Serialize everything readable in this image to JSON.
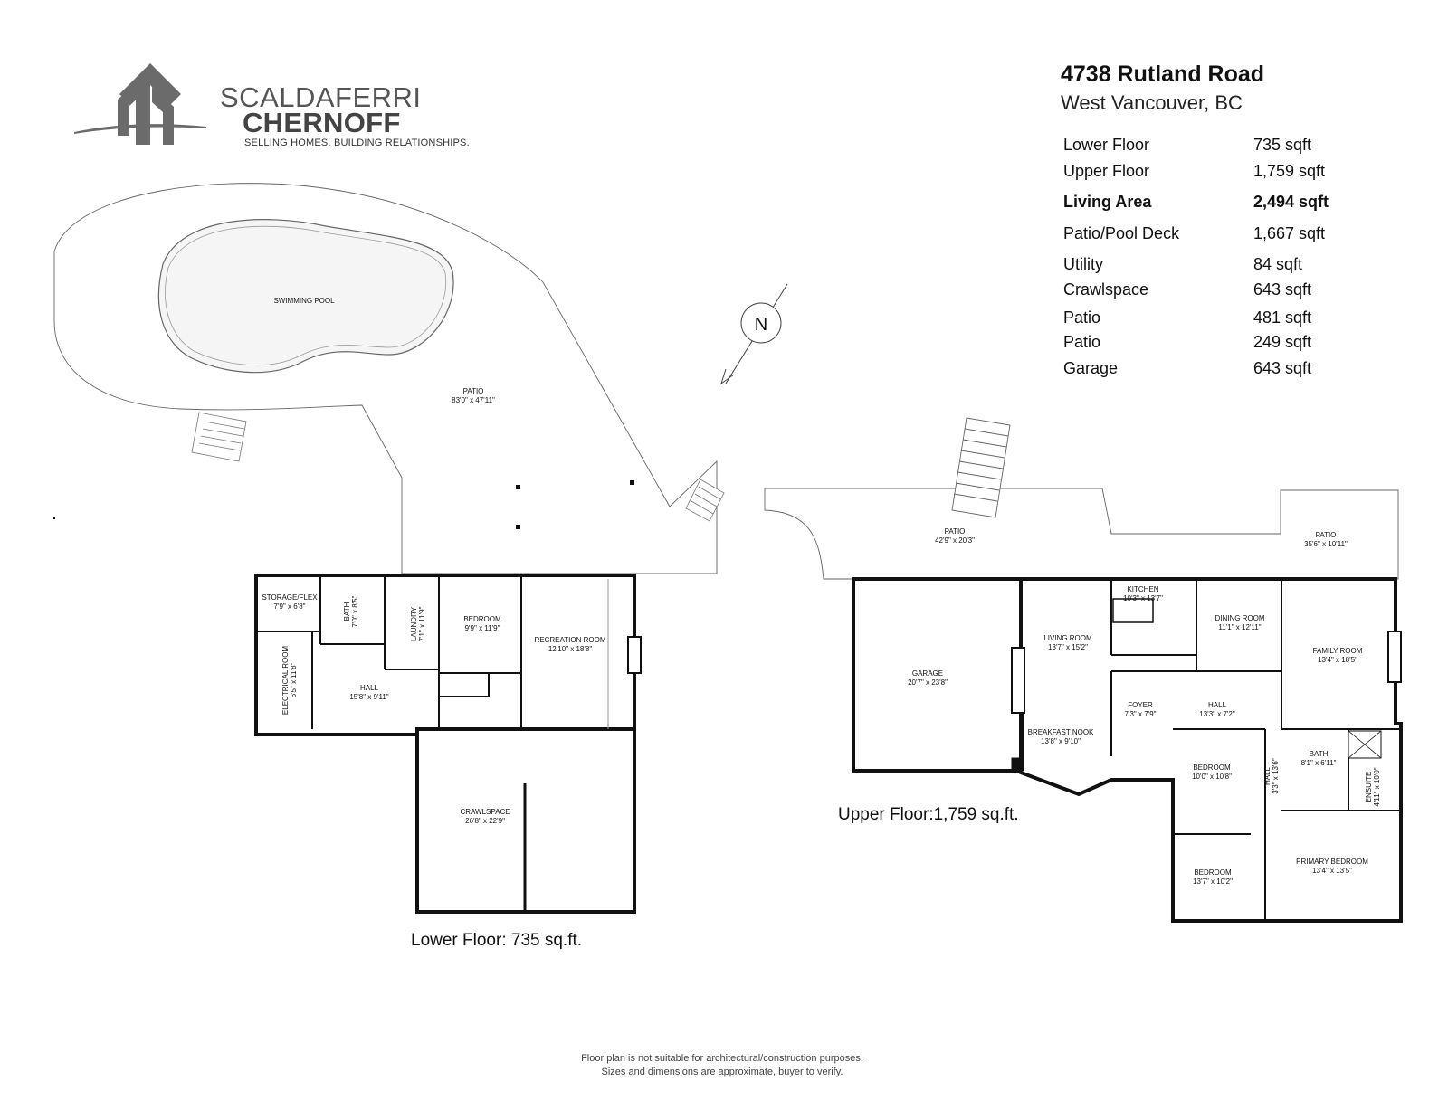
{
  "brand": {
    "line1": "SCALDAFERRI",
    "line2": "CHERNOFF",
    "tagline": "SELLING HOMES. BUILDING RELATIONSHIPS."
  },
  "address": {
    "street": "4738 Rutland Road",
    "city": "West Vancouver, BC"
  },
  "areas": [
    {
      "label": "Lower Floor",
      "value": "735 sqft",
      "bold": false
    },
    {
      "label": "Upper Floor",
      "value": "1,759 sqft",
      "bold": false
    },
    {
      "label": "Living Area",
      "value": "2,494 sqft",
      "bold": true
    },
    {
      "label": "Patio/Pool Deck",
      "value": "1,667 sqft",
      "bold": false
    },
    {
      "label": "Utility",
      "value": "84 sqft",
      "bold": false
    },
    {
      "label": "Crawlspace",
      "value": "643 sqft",
      "bold": false
    },
    {
      "label": "Patio",
      "value": "481 sqft",
      "bold": false
    },
    {
      "label": "Patio",
      "value": "249 sqft",
      "bold": false
    },
    {
      "label": "Garage",
      "value": "643 sqft",
      "bold": false
    }
  ],
  "compass": {
    "letter": "N"
  },
  "captions": {
    "lower": "Lower Floor: 735 sq.ft.",
    "upper": "Upper Floor:1,759 sq.ft."
  },
  "disclaimer": {
    "line1": "Floor plan is not suitable for architectural/construction purposes.",
    "line2": "Sizes and dimensions are approximate, buyer to verify."
  },
  "rooms": {
    "pool": {
      "name": "SWIMMING POOL",
      "dim": ""
    },
    "patio_pool": {
      "name": "PATIO",
      "dim": "83'0\" x 47'11\""
    },
    "storage": {
      "name": "STORAGE/FLEX",
      "dim": "7'9\" x 6'8\""
    },
    "bath_lower": {
      "name": "BATH",
      "dim": "7'0\" x 8'5\""
    },
    "laundry": {
      "name": "LAUNDRY",
      "dim": "7'1\" x 11'9\""
    },
    "bedroom_lower": {
      "name": "BEDROOM",
      "dim": "9'9\" x 11'9\""
    },
    "recreation": {
      "name": "RECREATION ROOM",
      "dim": "12'10\" x 18'8\""
    },
    "electrical": {
      "name": "ELECTRICAL ROOM",
      "dim": "6'5\" x 11'8\""
    },
    "hall_lower": {
      "name": "HALL",
      "dim": "15'8\" x 9'11\""
    },
    "crawlspace": {
      "name": "CRAWLSPACE",
      "dim": "26'8\" x 22'9\""
    },
    "patio_upper_left": {
      "name": "PATIO",
      "dim": "42'9\" x 20'3\""
    },
    "patio_upper_right": {
      "name": "PATIO",
      "dim": "35'6\" x 10'11\""
    },
    "garage": {
      "name": "GARAGE",
      "dim": "20'7\" x 23'8\""
    },
    "living": {
      "name": "LIVING ROOM",
      "dim": "13'7\" x 15'2\""
    },
    "kitchen": {
      "name": "KITCHEN",
      "dim": "10'3\" x 13'7\""
    },
    "dining": {
      "name": "DINING ROOM",
      "dim": "11'1\" x 12'11\""
    },
    "family": {
      "name": "FAMILY ROOM",
      "dim": "13'4\" x 18'5\""
    },
    "foyer": {
      "name": "FOYER",
      "dim": "7'3\" x 7'9\""
    },
    "hall_upper": {
      "name": "HALL",
      "dim": "13'3\" x 7'2\""
    },
    "breakfast": {
      "name": "BREAKFAST NOOK",
      "dim": "13'8\" x 9'10\""
    },
    "bedroom_a": {
      "name": "BEDROOM",
      "dim": "10'0\" x 10'8\""
    },
    "hall_b": {
      "name": "HALL",
      "dim": "3'3\" x 13'6\""
    },
    "bath_upper": {
      "name": "BATH",
      "dim": "8'1\" x 6'11\""
    },
    "ensuite": {
      "name": "ENSUITE",
      "dim": "4'11\" x 10'0\""
    },
    "bedroom_b": {
      "name": "BEDROOM",
      "dim": "13'7\" x 10'2\""
    },
    "primary": {
      "name": "PRIMARY BEDROOM",
      "dim": "13'4\" x 13'5\""
    }
  }
}
